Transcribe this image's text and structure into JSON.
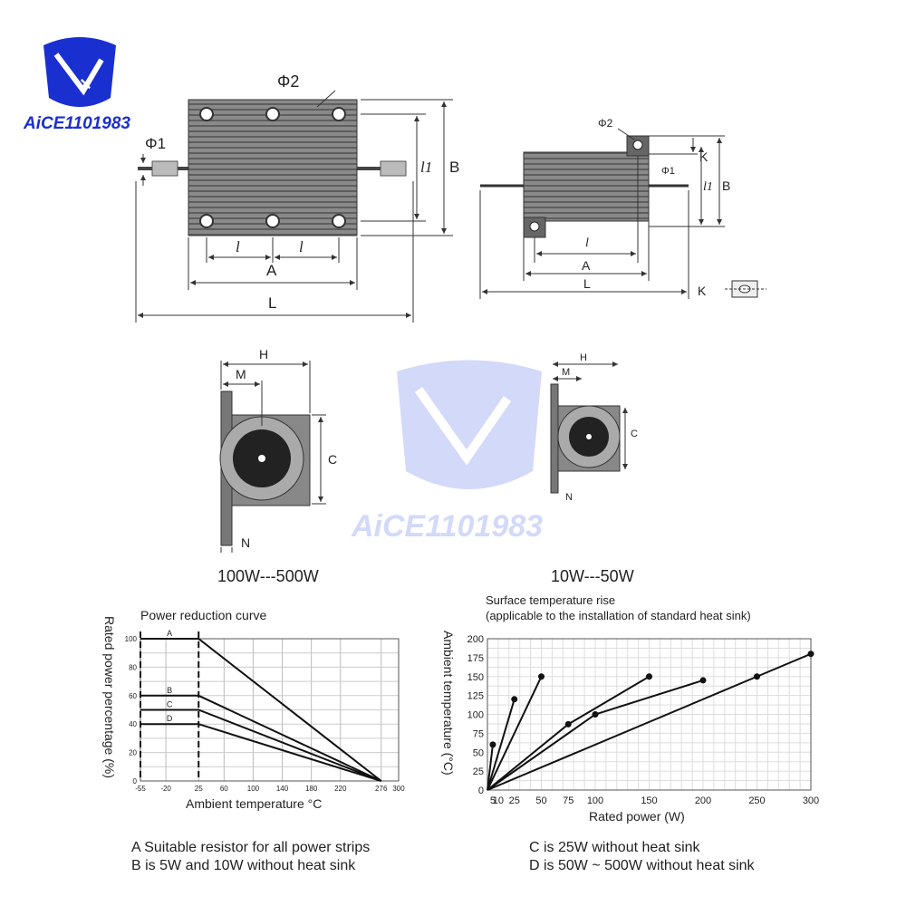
{
  "logo": {
    "text": "AiCE1101983",
    "watermark_text": "AiCE1101983",
    "color": "#1a2fd0",
    "accent": "#e8242a"
  },
  "top_left": {
    "phi2": "Φ2",
    "phi1": "Φ1",
    "l1": "l1",
    "B": "B",
    "l_a": "l",
    "l_b": "l",
    "A": "A",
    "L": "L"
  },
  "top_right": {
    "phi2": "Φ2",
    "phi1": "Φ1",
    "K_top": "K",
    "l1": "l1",
    "B": "B",
    "l": "l",
    "A": "A",
    "L": "L",
    "K_side": "K"
  },
  "side_large": {
    "H": "H",
    "M": "M",
    "C": "C",
    "N": "N",
    "caption": "100W---500W"
  },
  "side_small": {
    "H": "H",
    "M": "M",
    "C": "C",
    "N": "N",
    "caption": "10W---50W"
  },
  "chart_data": [
    {
      "type": "line",
      "title": "Power reduction curve",
      "xlabel": "Ambient temperature °C",
      "ylabel": "Rated power percentage (%)",
      "x_ticks": [
        "-55",
        "-20",
        "25",
        "60",
        "100",
        "140",
        "180",
        "220",
        "276",
        "300"
      ],
      "y_ticks": [
        "0",
        "20",
        "40",
        "60",
        "80",
        "100"
      ],
      "series": [
        {
          "name": "A",
          "x": [
            -55,
            25,
            276
          ],
          "y": [
            100,
            100,
            0
          ]
        },
        {
          "name": "B",
          "x": [
            -55,
            25,
            276
          ],
          "y": [
            60,
            60,
            0
          ]
        },
        {
          "name": "C",
          "x": [
            -55,
            25,
            276
          ],
          "y": [
            50,
            50,
            0
          ]
        },
        {
          "name": "D",
          "x": [
            -55,
            25,
            276
          ],
          "y": [
            40,
            40,
            0
          ]
        }
      ],
      "grid": true
    },
    {
      "type": "line",
      "title": "Surface temperature rise",
      "subtitle": "(applicable to the installation of standard heat sink)",
      "xlabel": "Rated power (W)",
      "ylabel": "Ambient temperature (°C)",
      "x_ticks": [
        "5",
        "10",
        "25",
        "50",
        "75",
        "100",
        "150",
        "200",
        "250",
        "300"
      ],
      "y_ticks": [
        "0",
        "25",
        "50",
        "75",
        "100",
        "125",
        "150",
        "175",
        "200"
      ],
      "series": [
        {
          "x": [
            0,
            5
          ],
          "y": [
            0,
            60
          ]
        },
        {
          "x": [
            0,
            25
          ],
          "y": [
            0,
            120
          ]
        },
        {
          "x": [
            0,
            50
          ],
          "y": [
            0,
            150
          ]
        },
        {
          "x": [
            0,
            75,
            150
          ],
          "y": [
            0,
            87,
            150
          ]
        },
        {
          "x": [
            0,
            100,
            200
          ],
          "y": [
            0,
            100,
            145
          ]
        },
        {
          "x": [
            0,
            250,
            300
          ],
          "y": [
            0,
            150,
            180
          ]
        }
      ],
      "grid": true
    }
  ],
  "notes": {
    "a": "A Suitable resistor for all power strips",
    "b": "B is 5W and 10W without heat sink",
    "c": "C is 25W without heat sink",
    "d": "D is 50W ~ 500W without heat sink"
  }
}
